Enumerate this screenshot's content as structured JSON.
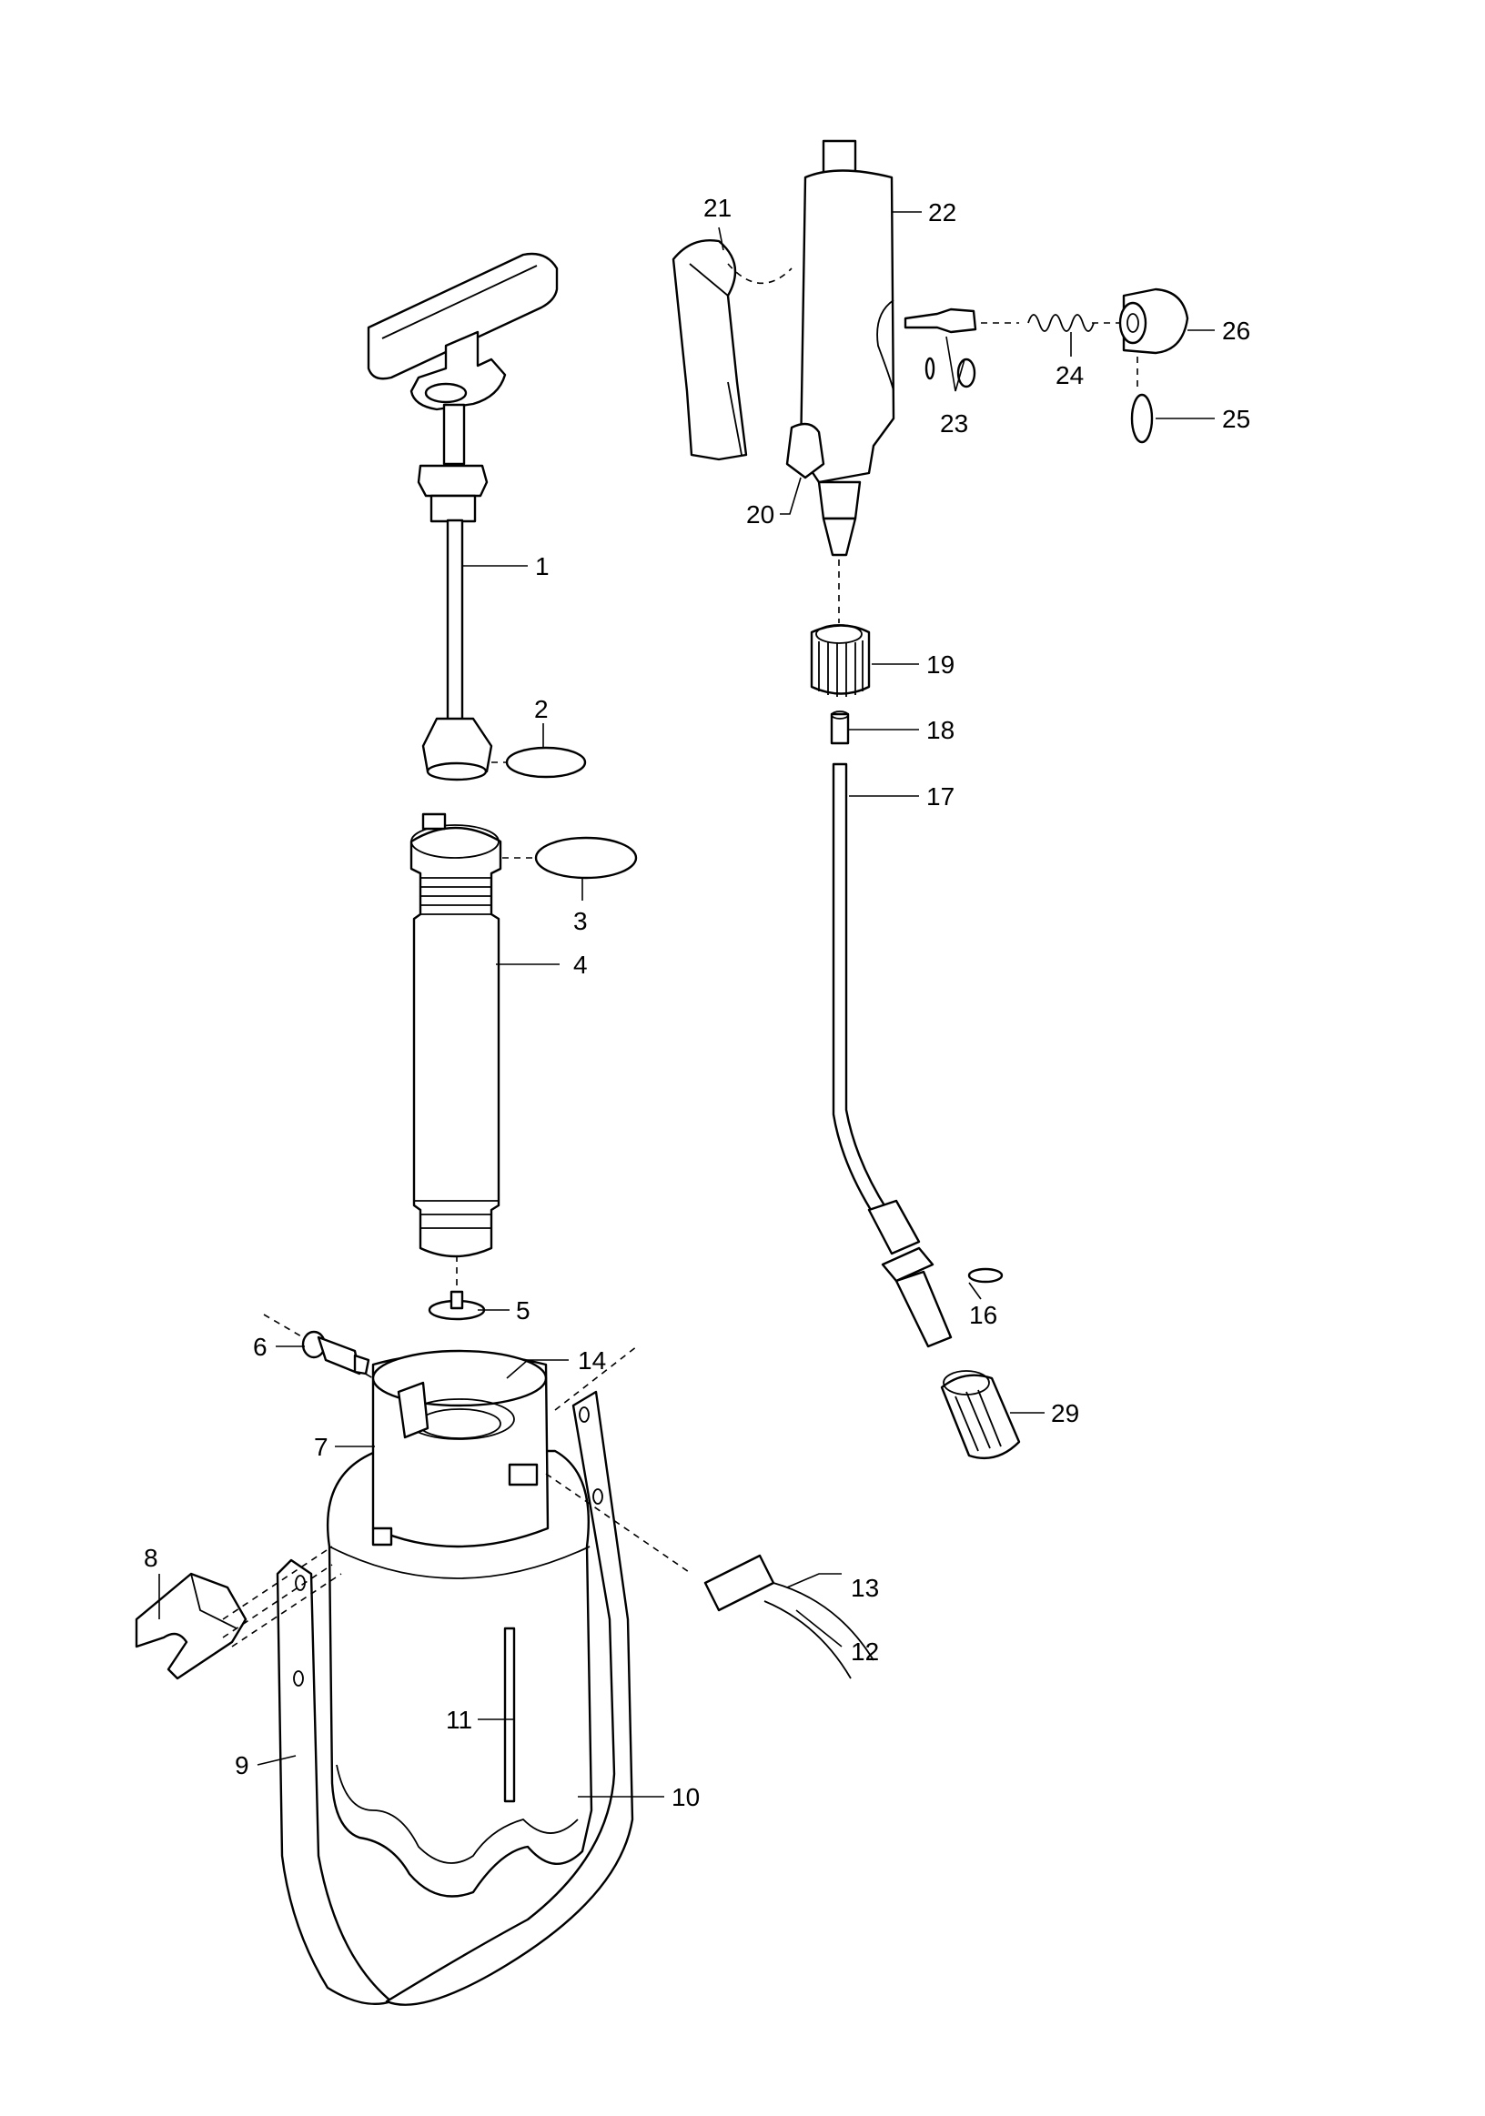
{
  "diagram": {
    "type": "exploded-parts-drawing",
    "line_color": "#000000",
    "background": "#ffffff",
    "callouts": [
      {
        "id": "c1",
        "label": "1"
      },
      {
        "id": "c2",
        "label": "2"
      },
      {
        "id": "c3",
        "label": "3"
      },
      {
        "id": "c4",
        "label": "4"
      },
      {
        "id": "c5",
        "label": "5"
      },
      {
        "id": "c6",
        "label": "6"
      },
      {
        "id": "c7",
        "label": "7"
      },
      {
        "id": "c8",
        "label": "8"
      },
      {
        "id": "c9",
        "label": "9"
      },
      {
        "id": "c10",
        "label": "10"
      },
      {
        "id": "c11",
        "label": "11"
      },
      {
        "id": "c12",
        "label": "12"
      },
      {
        "id": "c13",
        "label": "13"
      },
      {
        "id": "c14",
        "label": "14"
      },
      {
        "id": "c16",
        "label": "16"
      },
      {
        "id": "c17",
        "label": "17"
      },
      {
        "id": "c18",
        "label": "18"
      },
      {
        "id": "c19",
        "label": "19"
      },
      {
        "id": "c20",
        "label": "20"
      },
      {
        "id": "c21",
        "label": "21"
      },
      {
        "id": "c22",
        "label": "22"
      },
      {
        "id": "c23",
        "label": "23"
      },
      {
        "id": "c24",
        "label": "24"
      },
      {
        "id": "c25",
        "label": "25"
      },
      {
        "id": "c26",
        "label": "26"
      },
      {
        "id": "c29",
        "label": "29"
      }
    ]
  }
}
